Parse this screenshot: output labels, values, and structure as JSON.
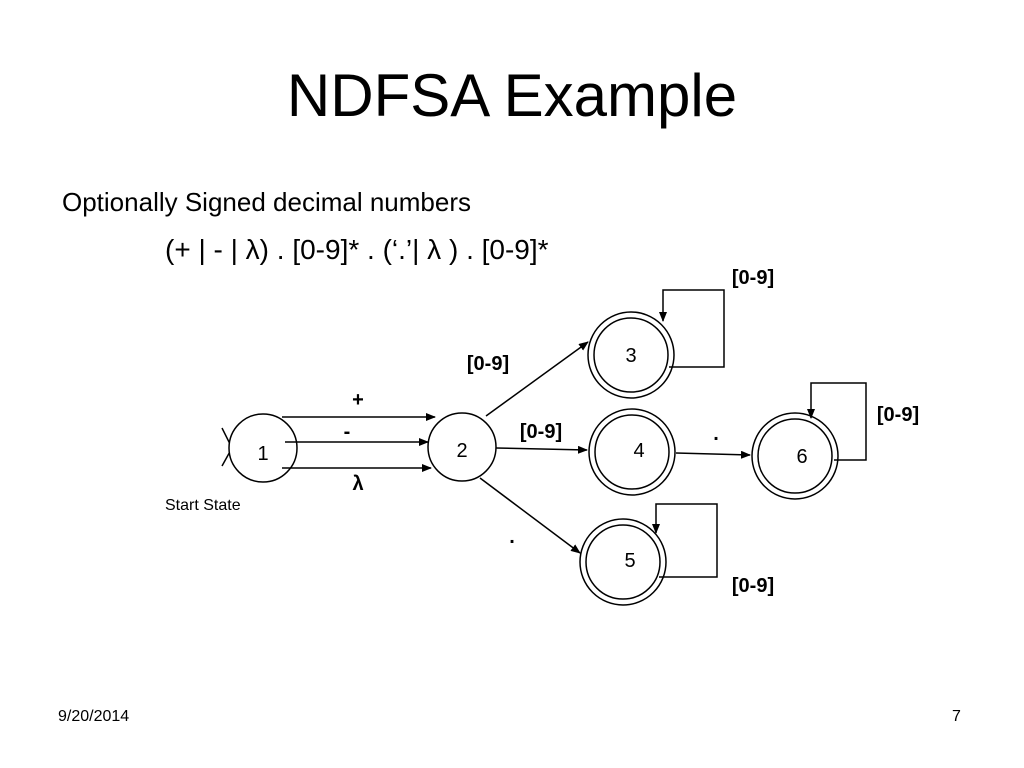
{
  "slide": {
    "title": "NDFSA Example",
    "subtitle": "Optionally Signed decimal numbers",
    "regex": "(+ | - | λ) . [0-9]* . (‘.’| λ ) . [0-9]*",
    "date": "9/20/2014",
    "page": "7"
  },
  "diagram": {
    "states": [
      {
        "id": "1",
        "label": "1",
        "accepting": false,
        "start": true
      },
      {
        "id": "2",
        "label": "2",
        "accepting": false,
        "start": false
      },
      {
        "id": "3",
        "label": "3",
        "accepting": true,
        "start": false
      },
      {
        "id": "4",
        "label": "4",
        "accepting": true,
        "start": false
      },
      {
        "id": "5",
        "label": "5",
        "accepting": true,
        "start": false
      },
      {
        "id": "6",
        "label": "6",
        "accepting": true,
        "start": false
      }
    ],
    "start_label": "Start State",
    "transitions": [
      {
        "from": "1",
        "to": "2",
        "label": "+"
      },
      {
        "from": "1",
        "to": "2",
        "label": "-"
      },
      {
        "from": "1",
        "to": "2",
        "label": "λ"
      },
      {
        "from": "2",
        "to": "3",
        "label": "[0-9]"
      },
      {
        "from": "2",
        "to": "4",
        "label": "[0-9]"
      },
      {
        "from": "2",
        "to": "5",
        "label": "."
      },
      {
        "from": "4",
        "to": "6",
        "label": "."
      },
      {
        "from": "3",
        "to": "3",
        "label": "[0-9]"
      },
      {
        "from": "5",
        "to": "5",
        "label": "[0-9]"
      },
      {
        "from": "6",
        "to": "6",
        "label": "[0-9]"
      }
    ]
  }
}
